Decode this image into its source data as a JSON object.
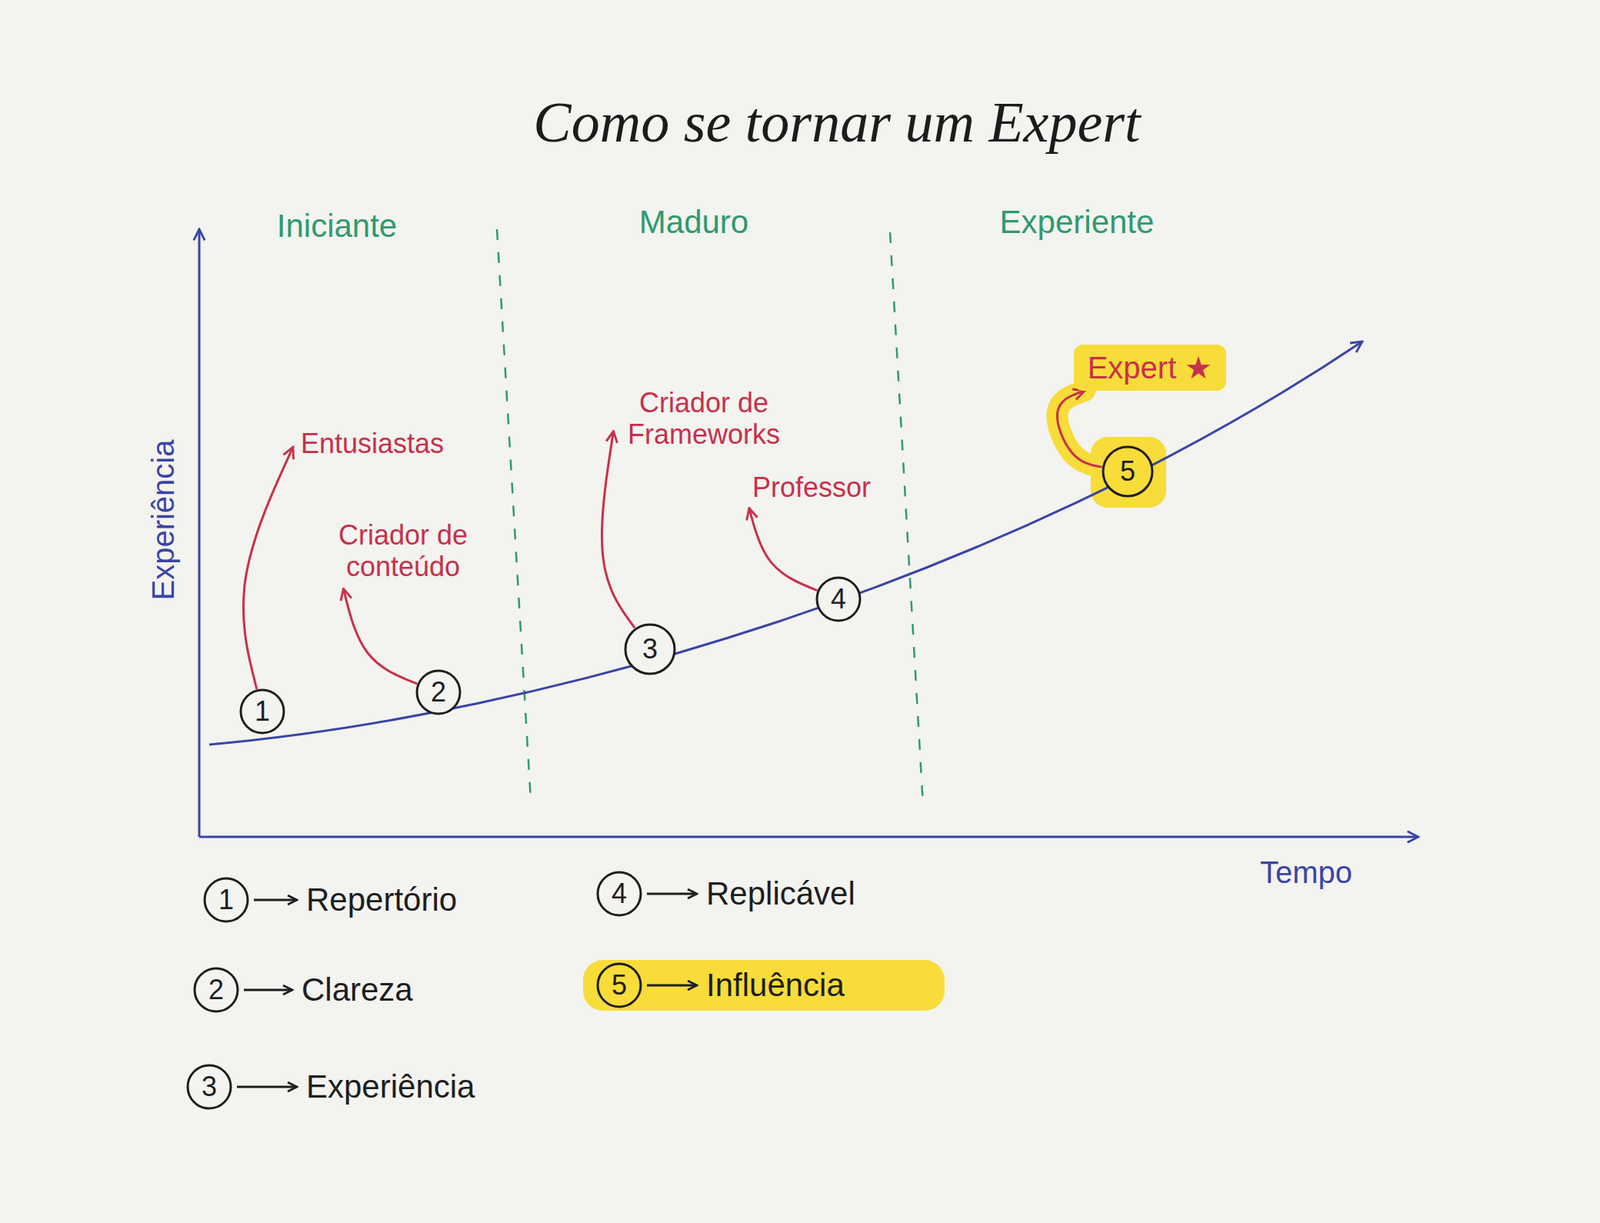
{
  "diagram": {
    "title": "Como se tornar um Expert",
    "nodes": [
      {
        "text": [
          "1"
        ]
      },
      {
        "text": [
          "2"
        ]
      },
      {
        "text": [
          "3"
        ]
      },
      {
        "text": [
          "4"
        ]
      },
      {
        "text": [
          "5"
        ]
      },
      {
        "text": [
          "Expert ★"
        ]
      },
      {
        "text": [
          "1"
        ]
      },
      {
        "text": [
          "2"
        ]
      },
      {
        "text": [
          "3"
        ]
      },
      {
        "text": [
          "4"
        ]
      },
      {
        "text": [
          "5"
        ]
      }
    ],
    "edges": [
      {
        "from": 4,
        "to": 5,
        "arrow": "to"
      }
    ],
    "labels": [
      "Iniciante",
      "Maduro",
      "Experiente",
      "Experiência",
      "Tempo",
      "Entusiastas",
      "Criador de conteúdo",
      "Criador de Frameworks",
      "Professor",
      "Repertório",
      "Clareza",
      "Experiência",
      "Replicável",
      "Influência"
    ]
  }
}
